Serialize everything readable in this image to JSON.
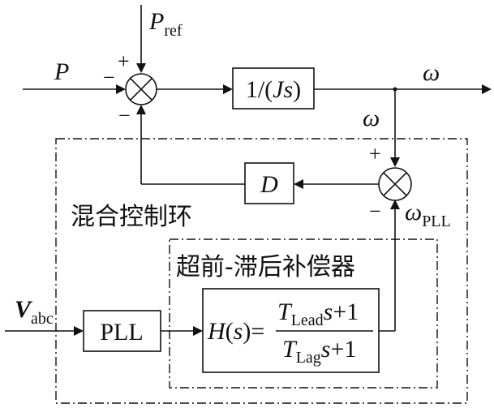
{
  "signals": {
    "p_ref_main": "P",
    "p_ref_sub": "ref",
    "p_input": "P",
    "omega_out": "ω",
    "omega_branch": "ω",
    "omega_pll_main": "ω",
    "omega_pll_sub": "PLL",
    "v_main": "V",
    "v_sub": "abc"
  },
  "signs": {
    "sum1_top": "+",
    "sum1_left": "−",
    "sum1_bottom": "−",
    "sum2_top": "+",
    "sum2_bottom": "−"
  },
  "blocks": {
    "inertia": {
      "prefix": "1/(",
      "var": "J",
      "s": "s",
      "suffix": ")"
    },
    "damping": "D",
    "pll": "PLL",
    "transfer": {
      "lhs_h": "H",
      "lhs_paren_open": "(",
      "lhs_s": "s",
      "lhs_paren_close": ")=",
      "num_t": "T",
      "num_sub": "Lead",
      "num_s": "s",
      "num_tail": "+1",
      "den_t": "T",
      "den_sub": "Lag",
      "den_s": "s",
      "den_tail": "+1"
    }
  },
  "regions": {
    "hybrid_loop": "混合控制环",
    "lead_lag": "超前-滞后补偿器"
  }
}
